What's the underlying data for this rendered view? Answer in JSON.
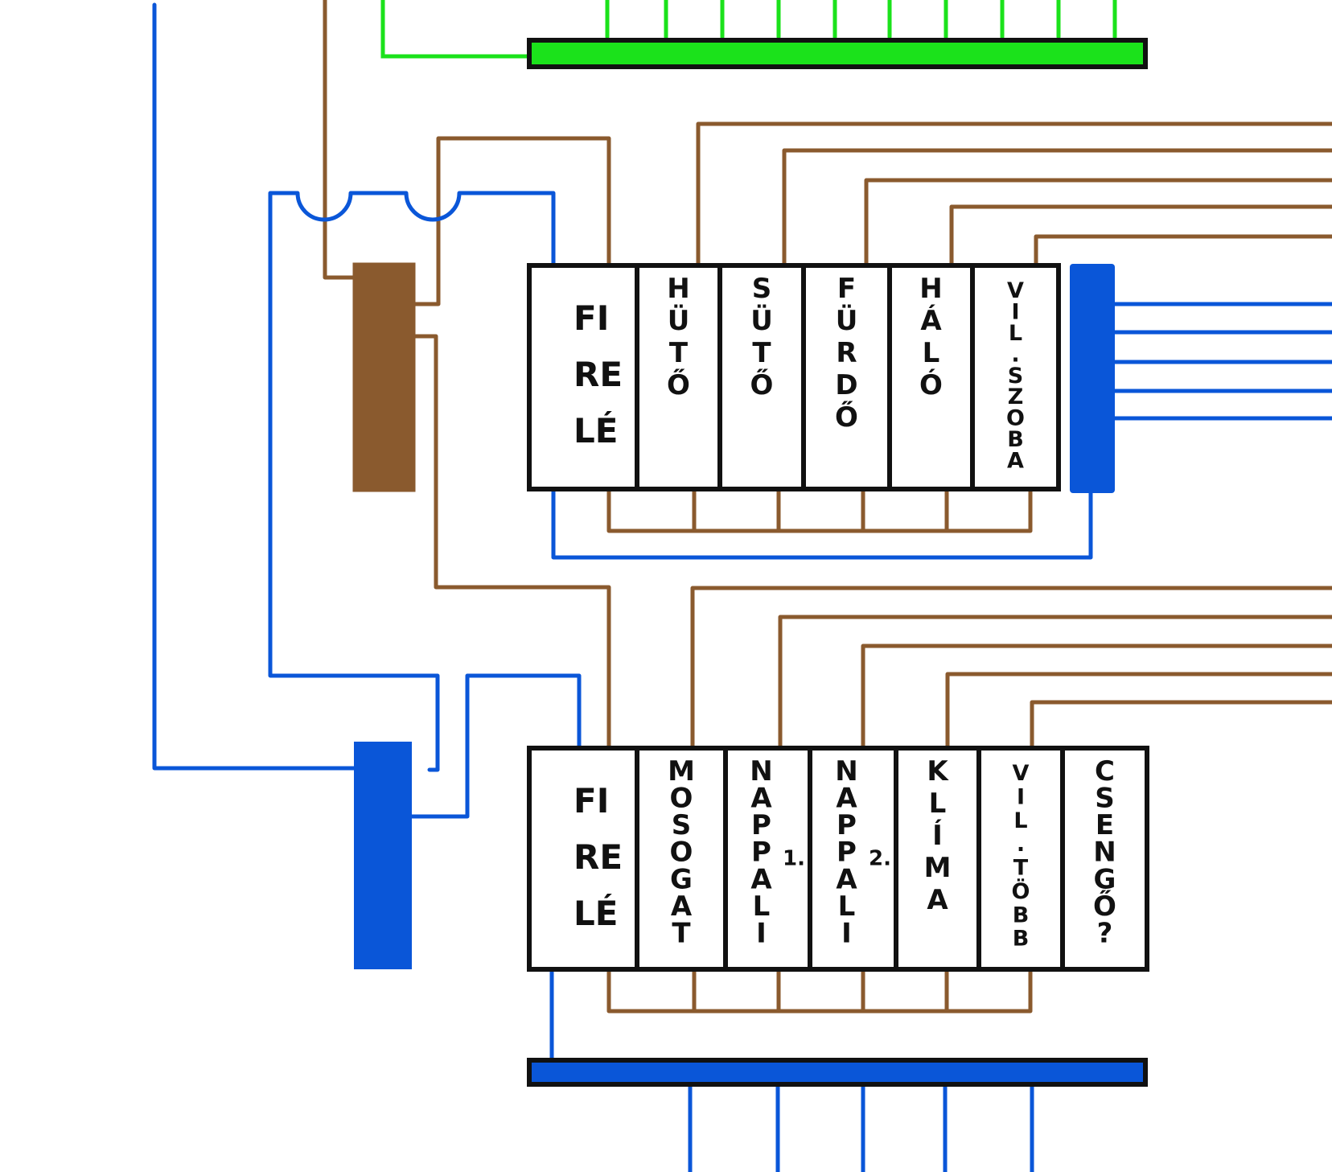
{
  "colors": {
    "green": "#1be21b",
    "brown": "#8a5a2e",
    "blue": "#0a56d8",
    "outline": "#111111",
    "background": "#ffffff"
  },
  "upper_panel": {
    "breakers": [
      {
        "lines": [
          "FI",
          "RE",
          "LÉ"
        ]
      },
      {
        "lines": [
          "H",
          "Ü",
          "T",
          "Ő"
        ]
      },
      {
        "lines": [
          "S",
          "Ü",
          "T",
          "Ő"
        ]
      },
      {
        "lines": [
          "F",
          "Ü",
          "R",
          "D",
          "Ő"
        ]
      },
      {
        "lines": [
          "H",
          "Á",
          "L",
          "Ó"
        ]
      },
      {
        "lines": [
          "V",
          "I",
          "L",
          ".",
          "S",
          "Z",
          "O",
          "B",
          "A"
        ]
      }
    ]
  },
  "lower_panel": {
    "breakers": [
      {
        "lines": [
          "FI",
          "RE",
          "LÉ"
        ]
      },
      {
        "lines": [
          "M",
          "O",
          "S",
          "O",
          "G",
          "A",
          "T"
        ]
      },
      {
        "lines": [
          "N",
          "A",
          "P",
          "P",
          "A",
          "L",
          "I"
        ],
        "side": "1."
      },
      {
        "lines": [
          "N",
          "A",
          "P",
          "P",
          "A",
          "L",
          "I"
        ],
        "side": "2."
      },
      {
        "lines": [
          "K",
          "L",
          "Í",
          "M",
          "A"
        ]
      },
      {
        "lines": [
          "V",
          "I",
          "L",
          ".",
          "T",
          "Ö",
          "B",
          "B"
        ]
      },
      {
        "lines": [
          "C",
          "S",
          "E",
          "N",
          "G",
          "Ő",
          "?"
        ]
      }
    ]
  }
}
